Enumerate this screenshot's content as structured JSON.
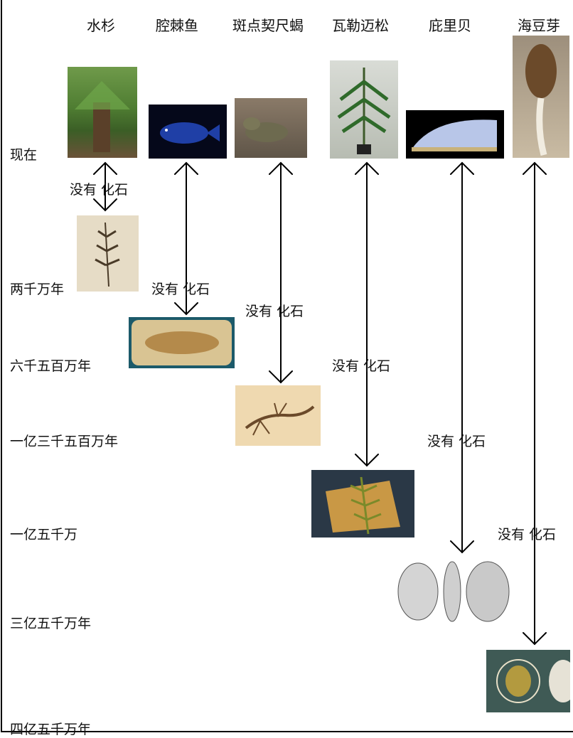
{
  "species": [
    "水杉",
    "腔棘鱼",
    "斑点契尺蝎",
    "瓦勒迈松",
    "庇里贝",
    "海豆芽"
  ],
  "eras": [
    "现在",
    "两千万年",
    "六千五百万年",
    "一亿三千五百万年",
    "一亿五千万",
    "三亿五千万年",
    "四亿五千万年"
  ],
  "gap_label": "没有 化石",
  "colors": {
    "line": "#000000",
    "text": "#111111"
  }
}
